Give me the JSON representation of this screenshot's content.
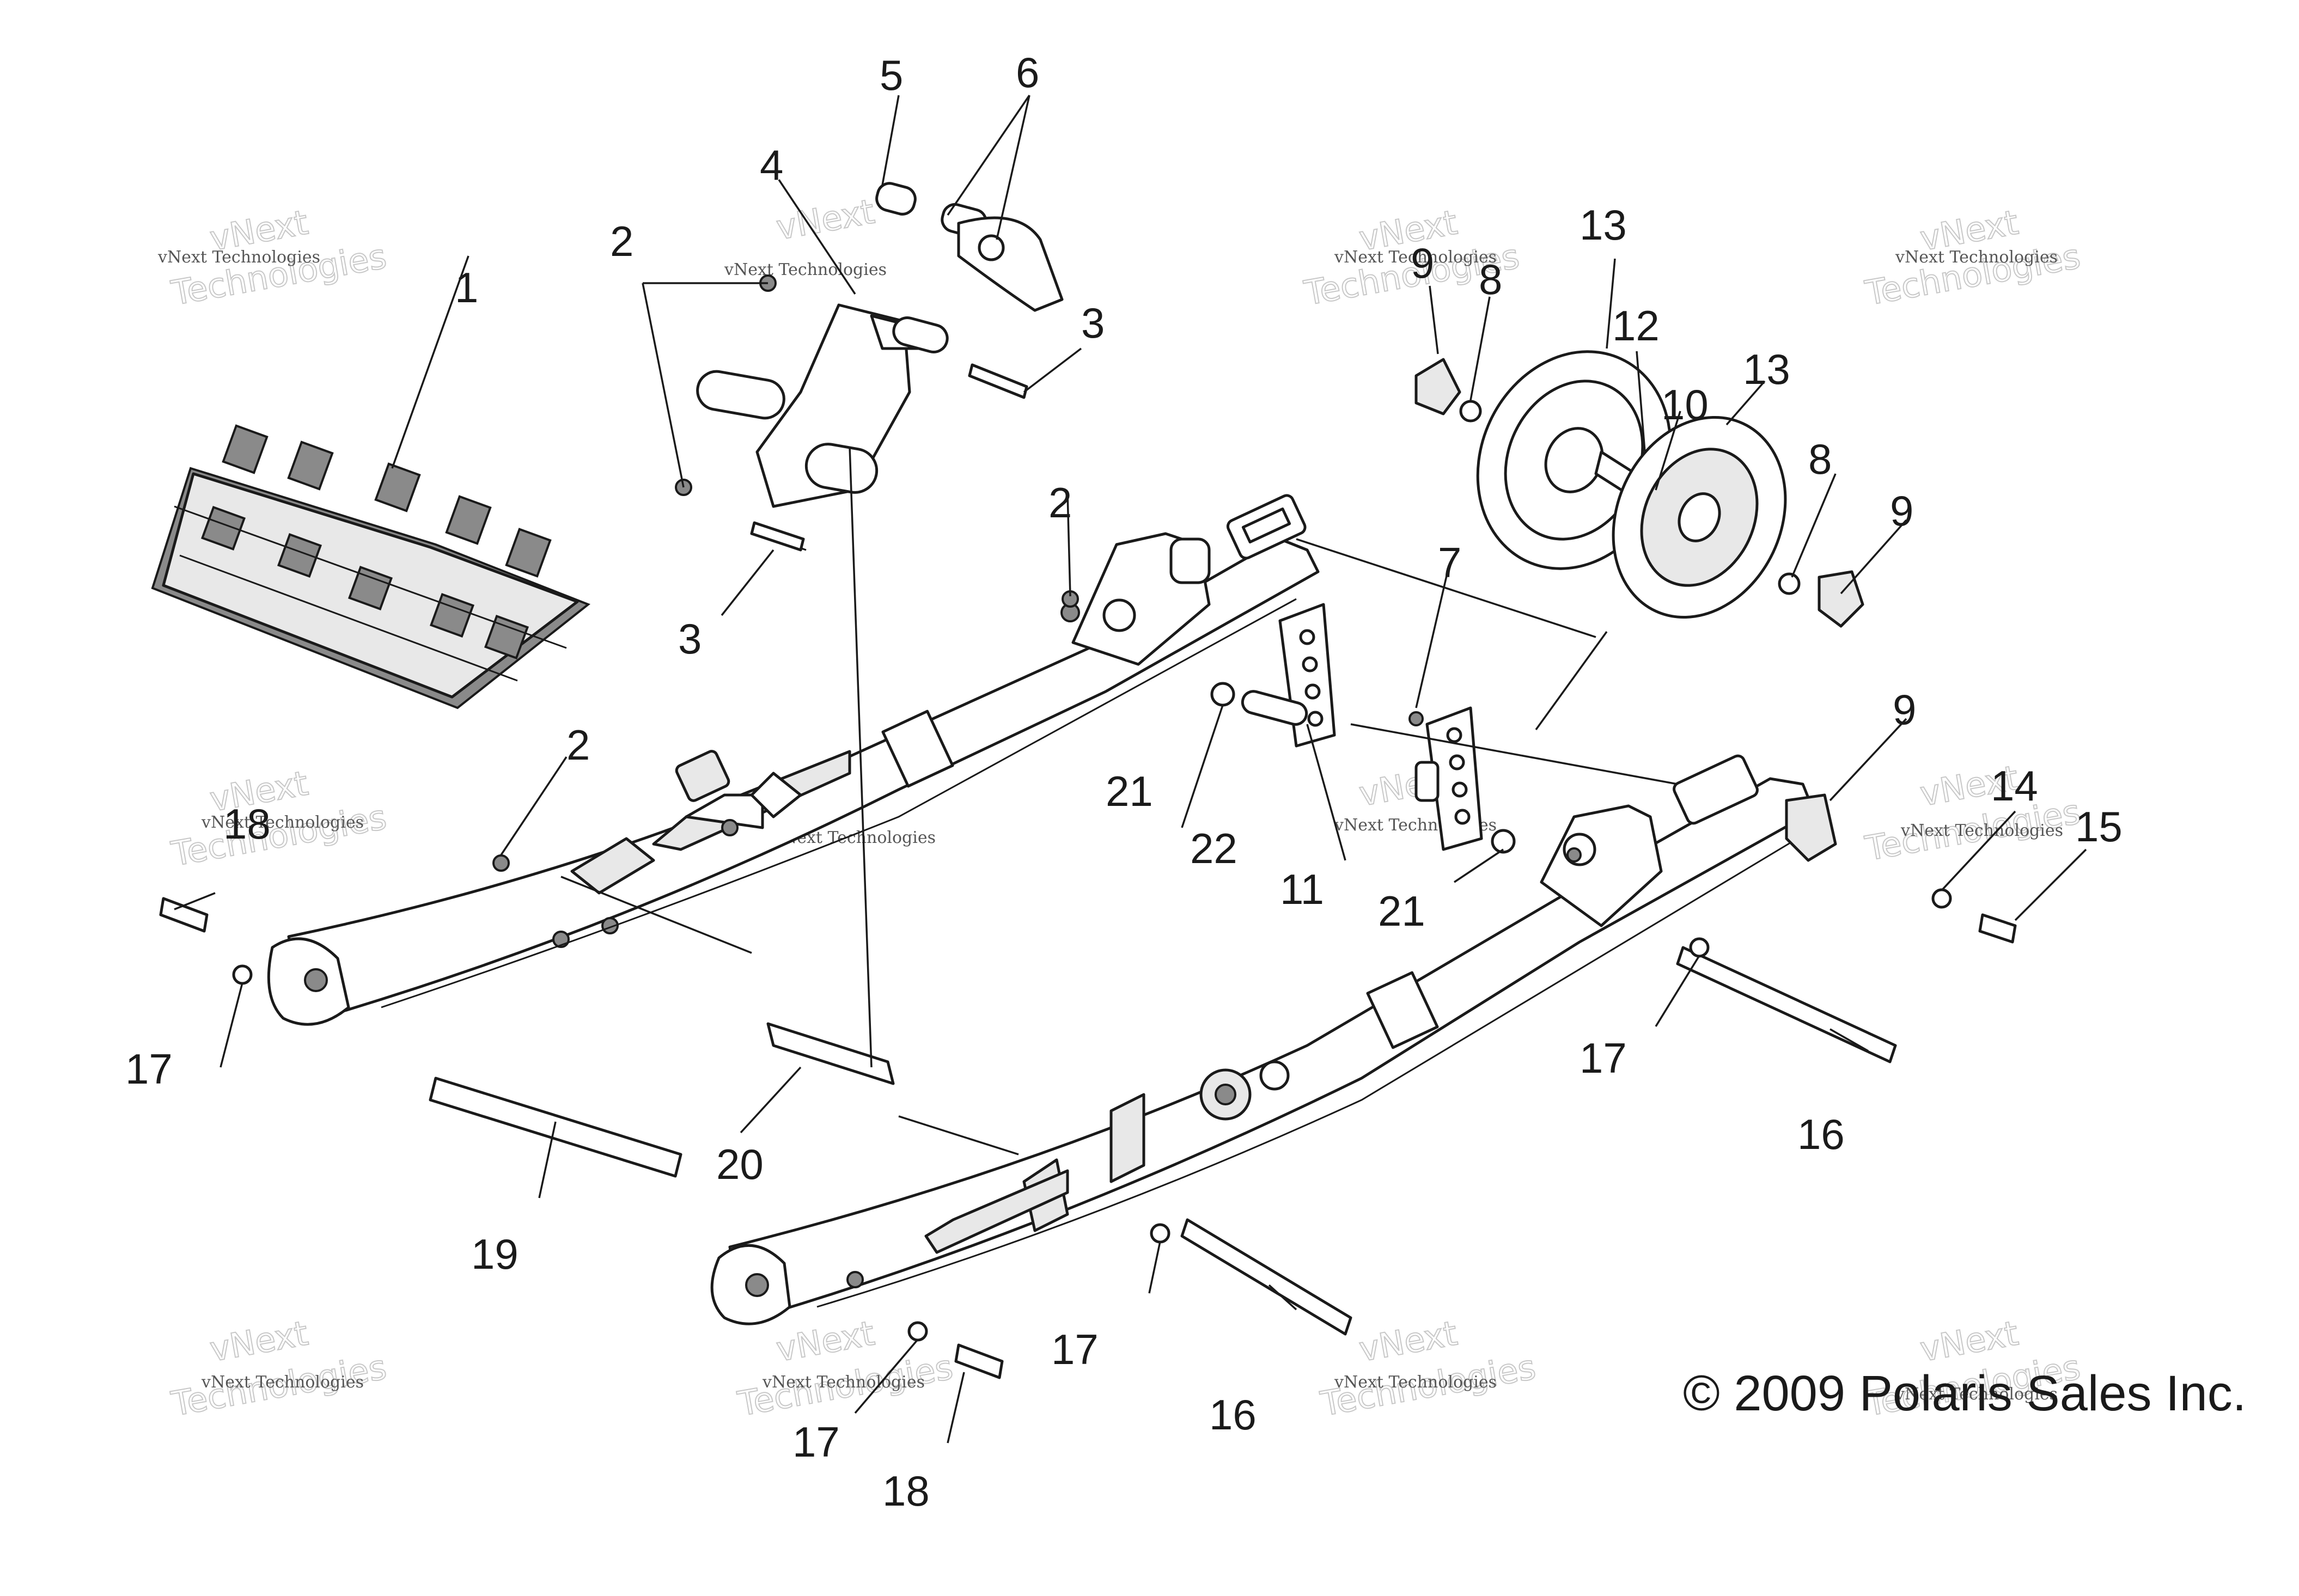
{
  "copyright": "© 2009 Polaris Sales Inc.",
  "watermark": {
    "line1": "vNext Technologies",
    "line2": "vNext",
    "line3": "Technologies"
  },
  "callouts": {
    "c1": "1",
    "c2": "2",
    "c3": "3",
    "c4": "4",
    "c5": "5",
    "c6": "6",
    "c7": "7",
    "c8": "8",
    "c9": "9",
    "c10": "10",
    "c11": "11",
    "c12": "12",
    "c13": "13",
    "c14": "14",
    "c15": "15",
    "c16": "16",
    "c17": "17",
    "c18": "18",
    "c19": "19",
    "c20": "20",
    "c21": "21",
    "c22": "22"
  }
}
